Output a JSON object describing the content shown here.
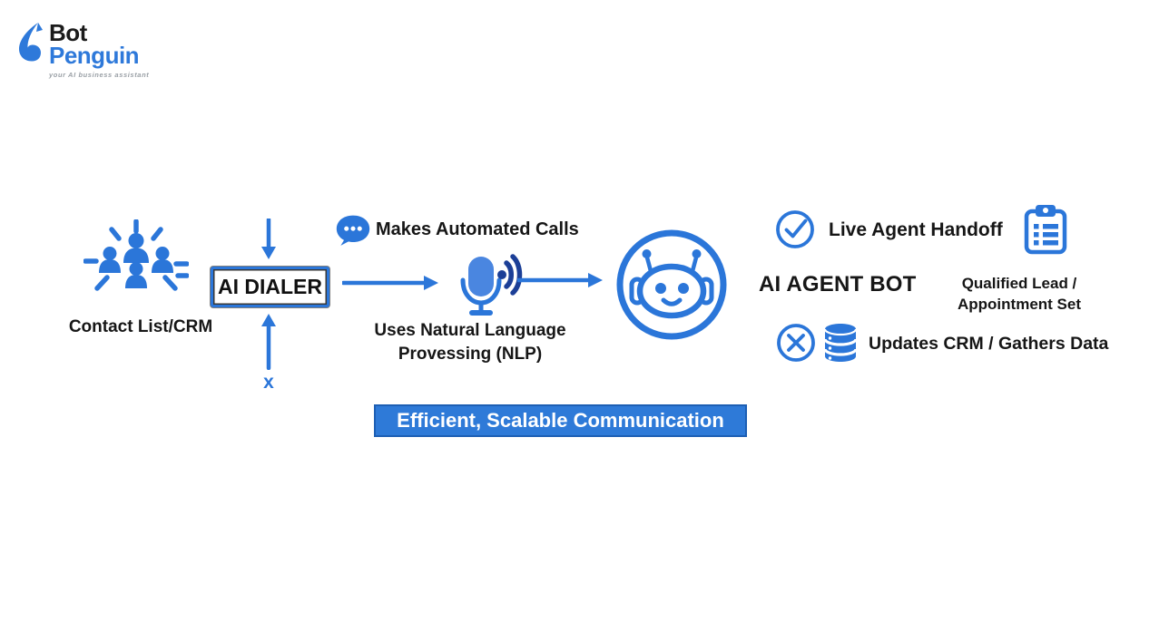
{
  "colors": {
    "accent": "#2b76d9",
    "accent-dark": "#1c3f97",
    "mic-body": "#4a86e0",
    "banner-bg": "#2e7ad8",
    "banner-border": "#1d5fb4",
    "ink": "#161616",
    "logo-blue": "#2e79da",
    "gray": "#9aa0a6"
  },
  "logo": {
    "bot": "Bot",
    "penguin": "Penguin",
    "tagline": "your AI business assistant"
  },
  "diagram": {
    "contact_label": "Contact List/CRM",
    "dialer_label": "AI DIALER",
    "fail_mark": "x",
    "calls_label": "Makes Automated Calls",
    "nlp_line1": "Uses Natural Language",
    "nlp_line2": "Provessing (NLP)",
    "agent_label": "AI AGENT BOT",
    "handoff_label": "Live Agent Handoff",
    "qualified_line1": "Qualified Lead /",
    "qualified_line2": "Appointment Set",
    "updates_label": "Updates CRM / Gathers Data",
    "banner": "Efficient, Scalable Communication"
  },
  "icons": {
    "penguin-logo-icon": "stylized penguin swoosh",
    "contact-crowd-icon": "group of people with radiating dashes",
    "chat-bubble-icon": "speech bubble with three dots",
    "microphone-icon": "microphone with sound waves",
    "robot-head-icon": "smiling robot head in circle",
    "check-circle-icon": "checkmark in circle",
    "clipboard-icon": "clipboard with checklist",
    "cross-circle-icon": "x in circle",
    "database-icon": "stacked database cylinder",
    "arrow": "blue flow arrows"
  }
}
